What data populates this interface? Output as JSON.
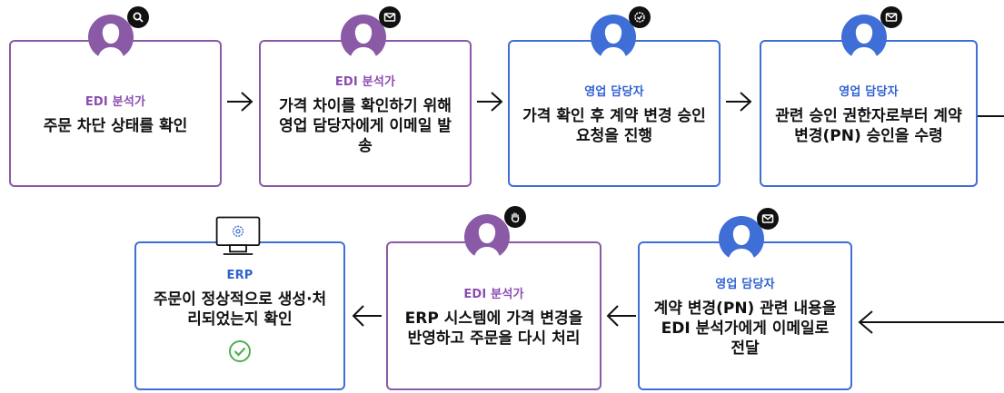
{
  "colors": {
    "purple": "#8a5aa6",
    "blue": "#3e6ed6",
    "check": "#4cb050",
    "badge": "#111111"
  },
  "steps": [
    {
      "role": "EDI 분석가",
      "text": "주문 차단 상태를 확인",
      "badge_icon": "search-icon"
    },
    {
      "role": "EDI 분석가",
      "text": "가격 차이를 확인하기 위해 영업 담당자에게 이메일 발송",
      "badge_icon": "mail-icon"
    },
    {
      "role": "영업 담당자",
      "text": "가격 확인 후 계약 변경 승인 요청을 진행",
      "badge_icon": "verified-icon"
    },
    {
      "role": "영업 담당자",
      "text": "관련 승인 권한자로부터 계약 변경(PN) 승인을 수령",
      "badge_icon": "mail-icon"
    },
    {
      "role": "영업 담당자",
      "text": "계약 변경(PN) 관련 내용을 EDI 분석가에게 이메일로 전달",
      "badge_icon": "mail-icon"
    },
    {
      "role": "EDI 분석가",
      "text": "ERP 시스템에 가격 변경을 반영하고 주문을 다시 처리",
      "badge_icon": "hand-icon"
    },
    {
      "role": "ERP",
      "text": "주문이 정상적으로 생성·처리되었는지 확인",
      "badge_icon": "check-circle-icon"
    }
  ]
}
